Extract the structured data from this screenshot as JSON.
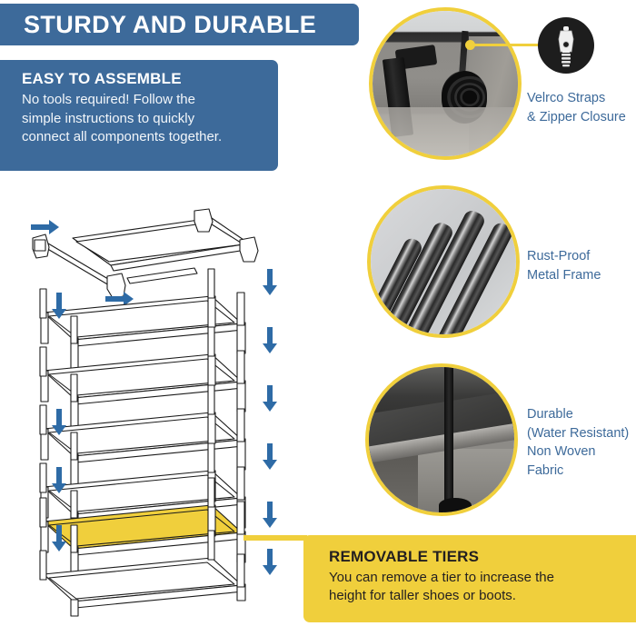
{
  "header": {
    "title": "STURDY AND DURABLE",
    "bg_color": "#3d6a9a",
    "text_color": "#ffffff"
  },
  "assemble": {
    "title": "EASY TO ASSEMBLE",
    "line1": "No tools required!  Follow the",
    "line2": "simple instructions to quickly",
    "line3": "connect all components together.",
    "bg_color": "#3d6a9a"
  },
  "diagram": {
    "name": "exploded-assembly-diagram",
    "description": "Exploded line drawing of a 7-tier shoe rack showing top frame separated above the stacked tiers",
    "highlight_color": "#f0cf3c",
    "arrow_color": "#2e6ba6",
    "down_arrow_count": 6,
    "right_arrow_count": 2,
    "highlighted_tier_index": 5
  },
  "callouts": [
    {
      "id": "velcro-zipper",
      "photo": "fabric-cover-with-velcro-strap-and-zipper",
      "badge_icon": "zipper-icon",
      "label_line1": "Velrco Straps",
      "label_line2": "& Zipper Closure",
      "ring_color": "#f0cf3c",
      "text_color": "#3d6a9a"
    },
    {
      "id": "metal-frame",
      "photo": "black-glossy-metal-tubes",
      "label_line1": "Rust-Proof",
      "label_line2": "Metal Frame",
      "ring_color": "#f0cf3c",
      "text_color": "#3d6a9a"
    },
    {
      "id": "non-woven-fabric",
      "photo": "charcoal-non-woven-fabric-shelf",
      "label_line1": "Durable",
      "label_line2": "(Water Resistant)",
      "label_line3": "Non Woven",
      "label_line4": "Fabric",
      "ring_color": "#f0cf3c",
      "text_color": "#3d6a9a"
    }
  ],
  "tiers": {
    "title": "REMOVABLE TIERS",
    "line1": "You can remove a tier to increase the",
    "line2": "height for taller shoes or boots.",
    "bg_color": "#f0cf3c",
    "text_color": "#231f20"
  }
}
